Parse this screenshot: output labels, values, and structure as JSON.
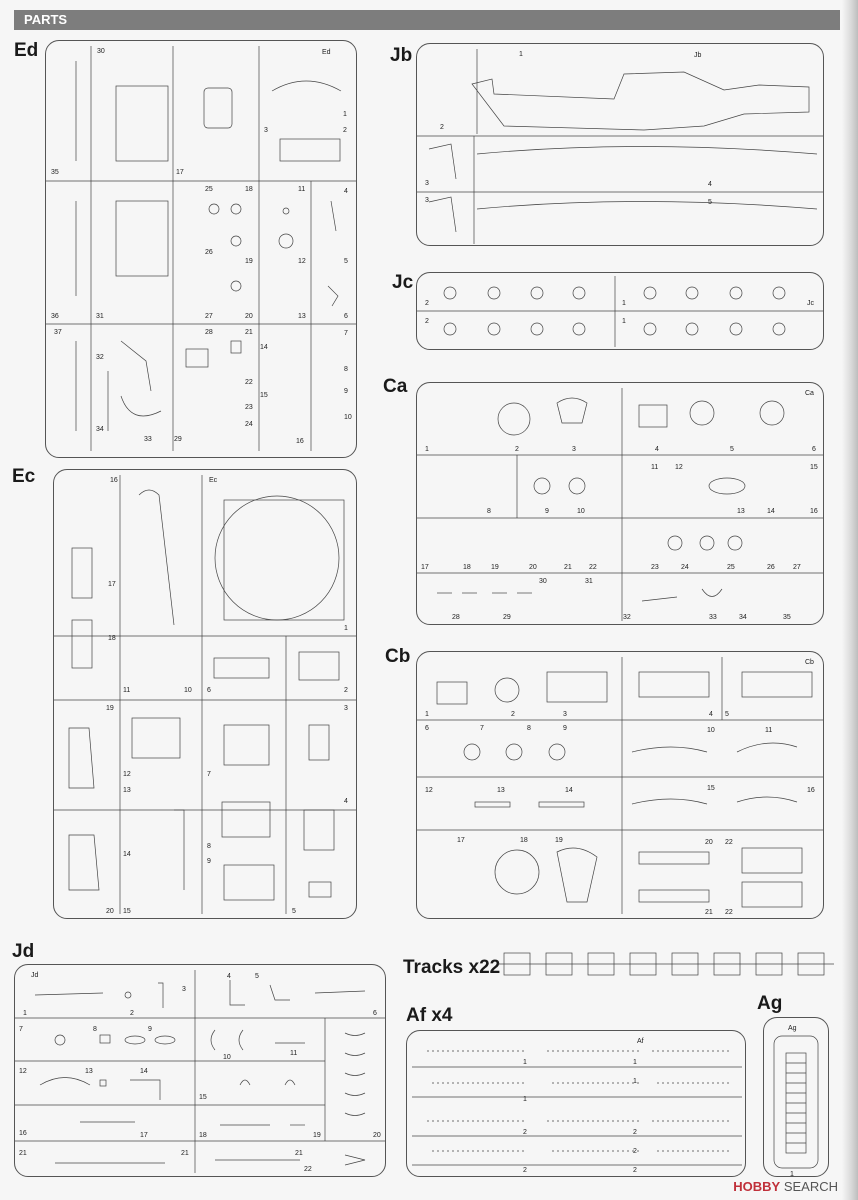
{
  "header": {
    "title": "PARTS"
  },
  "sprues": {
    "ed": {
      "label": "Ed"
    },
    "jb": {
      "label": "Jb"
    },
    "jc": {
      "label": "Jc"
    },
    "ca": {
      "label": "Ca"
    },
    "ec": {
      "label": "Ec"
    },
    "cb": {
      "label": "Cb"
    },
    "jd": {
      "label": "Jd"
    },
    "tracks": {
      "label": "Tracks x22"
    },
    "af": {
      "label": "Af x4"
    },
    "ag": {
      "label": "Ag"
    }
  },
  "watermark": {
    "brand": "HOBBY",
    "text": "SEARCH"
  }
}
